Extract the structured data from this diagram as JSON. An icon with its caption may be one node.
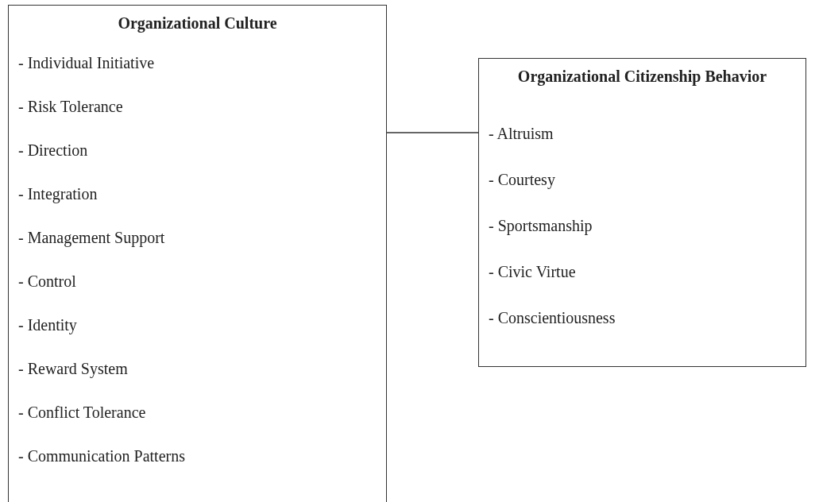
{
  "diagram": {
    "nodes": [
      {
        "text": [
          "Organizational Culture",
          "- Individual Initiative",
          "- Risk Tolerance",
          "- Direction",
          "- Integration",
          "- Management Support",
          "- Control",
          "- Identity",
          "- Reward System",
          "- Conflict Tolerance",
          "- Communication Patterns"
        ]
      },
      {
        "text": [
          "Organizational Citizenship Behavior",
          "- Altruism",
          "- Courtesy",
          "- Sportsmanship",
          "- Civic Virtue",
          "- Conscientiousness"
        ]
      }
    ],
    "edges": [
      {
        "from": 0,
        "to": 1,
        "arrow": "none"
      }
    ]
  }
}
